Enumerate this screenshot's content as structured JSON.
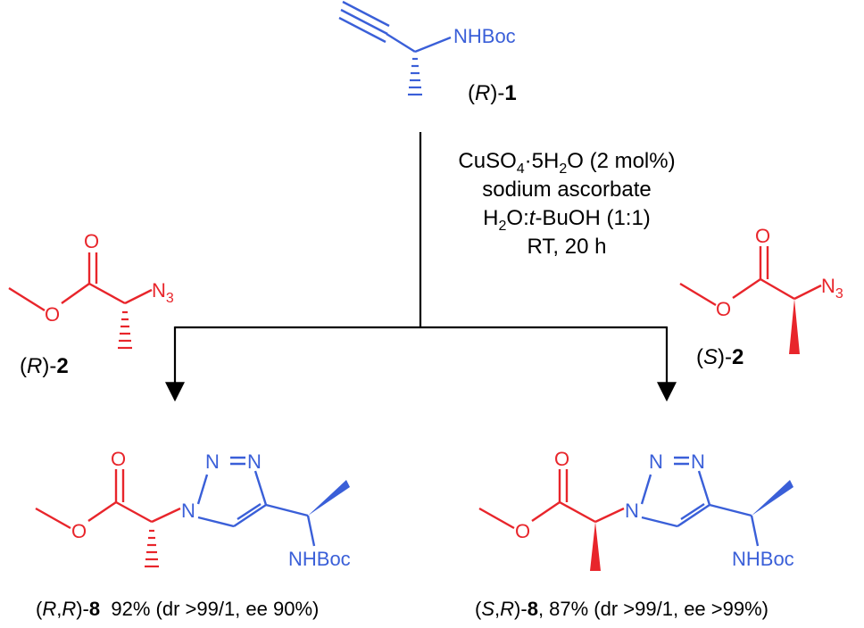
{
  "colors": {
    "red": "#e8252b",
    "blue": "#3a5fd8",
    "black": "#000000"
  },
  "reagent": {
    "name_open": "(",
    "name_stereo": "R",
    "name_close": ")-",
    "name_num": "1",
    "nhboc": "NHBoc"
  },
  "conditions": {
    "catalyst_a": "CuSO",
    "catalyst_sub1": "4",
    "catalyst_b": "·5H",
    "catalyst_sub2": "2",
    "catalyst_c": "O (2 mol%)",
    "additive": "sodium ascorbate",
    "solvent_a": "H",
    "solvent_sub": "2",
    "solvent_b": "O:",
    "solvent_t": "t",
    "solvent_c": "-BuOH (1:1)",
    "time": "RT, 20 h"
  },
  "azide_left": {
    "label_open": "(",
    "label_stereo": "R",
    "label_close": ")-",
    "label_num": "2",
    "o_carbonyl": "O",
    "o_ester": "O",
    "n3": "N",
    "n3_sub": "3"
  },
  "azide_right": {
    "label_open": "(",
    "label_stereo": "S",
    "label_close": ")-",
    "label_num": "2",
    "o_carbonyl": "O",
    "o_ester": "O",
    "n3": "N",
    "n3_sub": "3"
  },
  "product_left": {
    "o_carbonyl": "O",
    "o_ester": "O",
    "n1": "N",
    "n2": "N",
    "n3": "N",
    "nhboc": "NHBoc",
    "label_open": "(",
    "label_stereo1": "R",
    "label_comma": ",",
    "label_stereo2": "R",
    "label_close": ")-",
    "label_num": "8",
    "label_result": "  92% (dr >99/1, ee 90%)"
  },
  "product_right": {
    "o_carbonyl": "O",
    "o_ester": "O",
    "n1": "N",
    "n2": "N",
    "n3": "N",
    "nhboc": "NHBoc",
    "label_open": "(",
    "label_stereo1": "S",
    "label_comma": ",",
    "label_stereo2": "R",
    "label_close": ")-",
    "label_num": "8",
    "label_result": ", 87% (dr >99/1, ee >99%)"
  }
}
